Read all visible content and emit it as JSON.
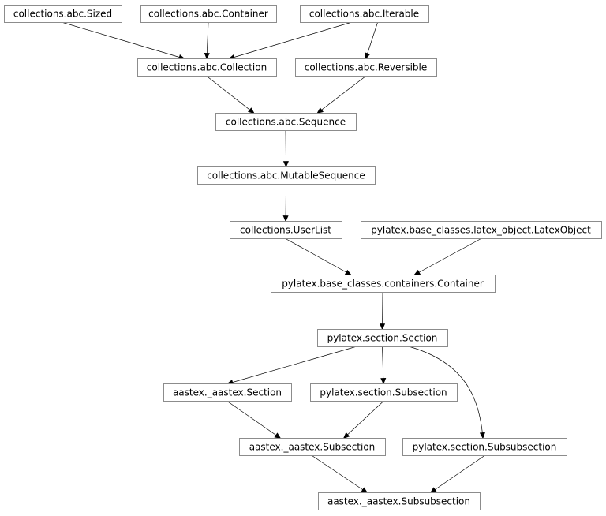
{
  "diagram": {
    "type": "inheritance-graph",
    "nodes": [
      {
        "id": "sized",
        "label": "collections.abc.Sized"
      },
      {
        "id": "container_abc",
        "label": "collections.abc.Container"
      },
      {
        "id": "iterable",
        "label": "collections.abc.Iterable"
      },
      {
        "id": "collection",
        "label": "collections.abc.Collection"
      },
      {
        "id": "reversible",
        "label": "collections.abc.Reversible"
      },
      {
        "id": "sequence",
        "label": "collections.abc.Sequence"
      },
      {
        "id": "mutable_sequence",
        "label": "collections.abc.MutableSequence"
      },
      {
        "id": "userlist",
        "label": "collections.UserList"
      },
      {
        "id": "latex_object",
        "label": "pylatex.base_classes.latex_object.LatexObject"
      },
      {
        "id": "pylatex_container",
        "label": "pylatex.base_classes.containers.Container"
      },
      {
        "id": "section",
        "label": "pylatex.section.Section"
      },
      {
        "id": "aastex_section",
        "label": "aastex._aastex.Section"
      },
      {
        "id": "subsection",
        "label": "pylatex.section.Subsection"
      },
      {
        "id": "aastex_subsection",
        "label": "aastex._aastex.Subsection"
      },
      {
        "id": "subsubsection",
        "label": "pylatex.section.Subsubsection"
      },
      {
        "id": "aastex_subsubsection",
        "label": "aastex._aastex.Subsubsection"
      }
    ],
    "edges": [
      {
        "from": "sized",
        "to": "collection"
      },
      {
        "from": "container_abc",
        "to": "collection"
      },
      {
        "from": "iterable",
        "to": "collection"
      },
      {
        "from": "iterable",
        "to": "reversible"
      },
      {
        "from": "collection",
        "to": "sequence"
      },
      {
        "from": "reversible",
        "to": "sequence"
      },
      {
        "from": "sequence",
        "to": "mutable_sequence"
      },
      {
        "from": "mutable_sequence",
        "to": "userlist"
      },
      {
        "from": "userlist",
        "to": "pylatex_container"
      },
      {
        "from": "latex_object",
        "to": "pylatex_container"
      },
      {
        "from": "pylatex_container",
        "to": "section"
      },
      {
        "from": "section",
        "to": "aastex_section"
      },
      {
        "from": "section",
        "to": "subsection"
      },
      {
        "from": "section",
        "to": "subsubsection"
      },
      {
        "from": "aastex_section",
        "to": "aastex_subsection"
      },
      {
        "from": "subsection",
        "to": "aastex_subsection"
      },
      {
        "from": "aastex_subsection",
        "to": "aastex_subsubsection"
      },
      {
        "from": "subsubsection",
        "to": "aastex_subsubsection"
      }
    ]
  }
}
